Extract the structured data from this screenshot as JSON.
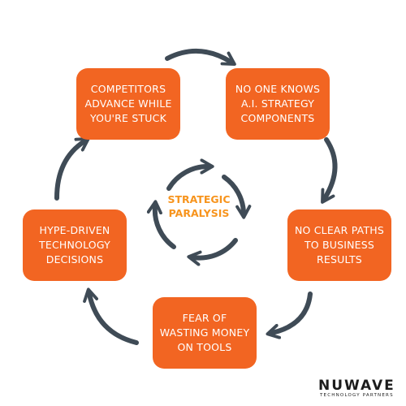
{
  "colors": {
    "box_fill": "#f26522",
    "arrow": "#3f4b56",
    "center_text": "#f7941d",
    "logo_accent": "#f7941d"
  },
  "center": {
    "label": "STRATEGIC\nPARALYSIS",
    "icon": "cycle-arrows-icon"
  },
  "cycle": [
    {
      "label": "COMPETITORS\nADVANCE WHILE\nYOU'RE STUCK"
    },
    {
      "label": "NO ONE KNOWS\nA.I. STRATEGY\nCOMPONENTS"
    },
    {
      "label": "NO CLEAR PATHS\nTO BUSINESS\nRESULTS"
    },
    {
      "label": "FEAR OF\nWASTING MONEY\nON TOOLS"
    },
    {
      "label": "HYPE-DRIVEN\nTECHNOLOGY\nDECISIONS"
    }
  ],
  "logo": {
    "name": "NUWAVE",
    "tagline": "TECHNOLOGY PARTNERS"
  }
}
